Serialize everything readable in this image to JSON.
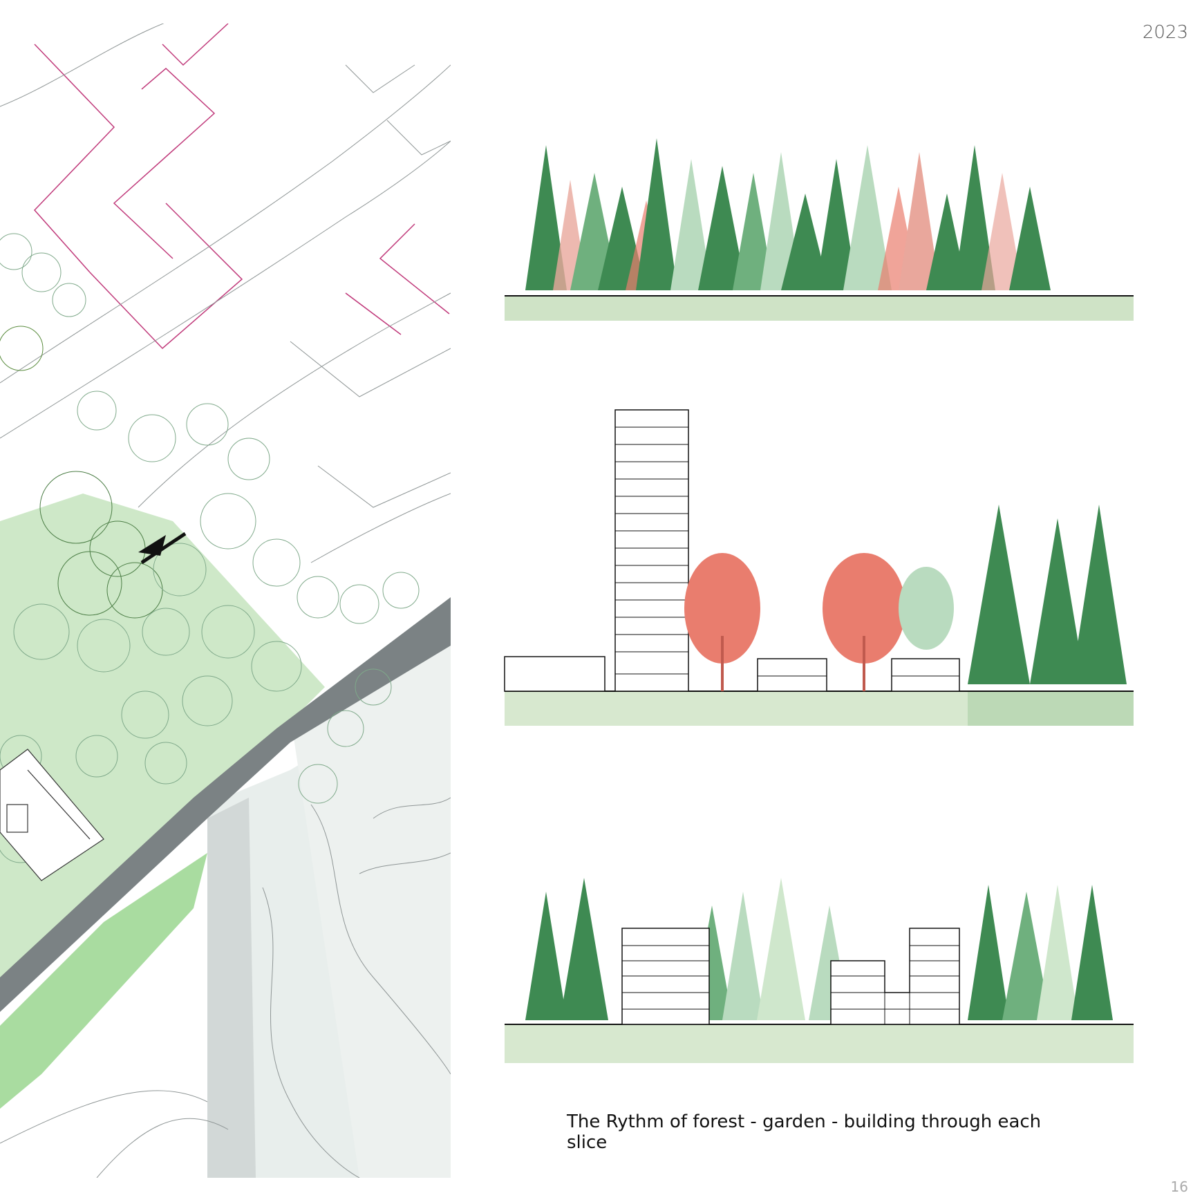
{
  "header": {
    "year": "2023"
  },
  "caption": "The Rythm of forest - garden - building through each slice",
  "footer": {
    "page_number": "16"
  },
  "colors": {
    "tree_dark": "#3e8a52",
    "tree_mid": "#6fb07e",
    "tree_light": "#b9dbbf",
    "tree_pink": "#e97d6e",
    "ground": "#cfe3c6",
    "plan_line_pink": "#c0397a",
    "road_grey": "#7b8284"
  },
  "icons": {
    "section_marker": "section-cut-arrow-icon"
  }
}
